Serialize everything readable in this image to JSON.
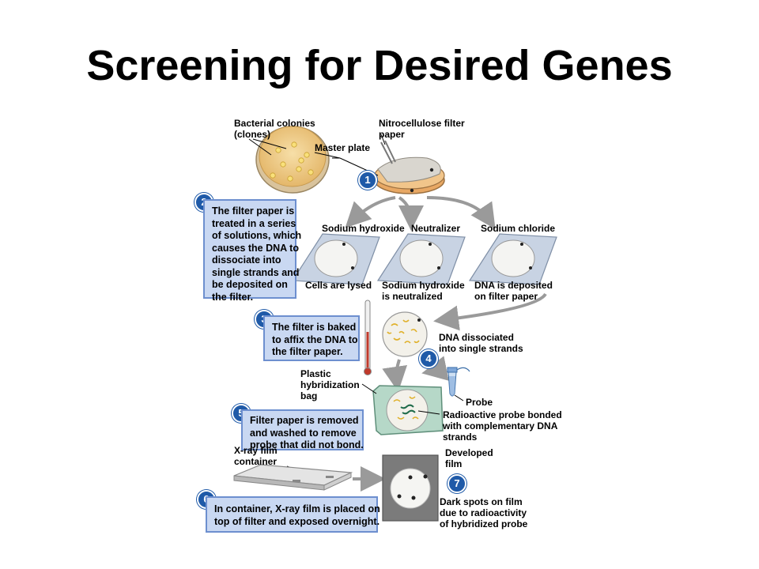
{
  "title": "Screening for Desired Genes",
  "colors": {
    "box_fill": "#c9d8f2",
    "box_border": "#6d8fcf",
    "badge": "#1f5aa8",
    "arrow": "#9a9a9a"
  },
  "steps": [
    {
      "number": "1"
    },
    {
      "number": "2",
      "lines": [
        "The filter paper is",
        "treated in a series",
        "of solutions, which",
        "causes the DNA to",
        "dissociate into",
        "single strands and",
        "be deposited on",
        "the filter."
      ]
    },
    {
      "number": "3",
      "lines": [
        "The filter is baked",
        "to affix the DNA to",
        "the filter paper."
      ]
    },
    {
      "number": "4"
    },
    {
      "number": "5",
      "lines": [
        "Filter paper is removed",
        "and washed to remove",
        "probe that did not bond."
      ]
    },
    {
      "number": "6",
      "lines": [
        "In container, X-ray film is placed on",
        "top of filter and exposed overnight."
      ]
    },
    {
      "number": "7"
    }
  ],
  "labels": {
    "bacterial_colonies": [
      "Bacterial colonies",
      "(clones)"
    ],
    "master_plate": "Master plate",
    "nitrocellulose": [
      "Nitrocellulose filter",
      "paper"
    ],
    "sodium_hydroxide": "Sodium hydroxide",
    "neutralizer": "Neutralizer",
    "sodium_chloride": "Sodium chloride",
    "cells_lysed": "Cells are lysed",
    "naoh_neutralized": [
      "Sodium hydroxide",
      "is neutralized"
    ],
    "dna_deposited": [
      "DNA is deposited",
      "on filter paper"
    ],
    "dna_dissociated": [
      "DNA dissociated",
      "into single strands"
    ],
    "plastic_bag": [
      "Plastic",
      "hybridization",
      "bag"
    ],
    "probe": "Probe",
    "radioactive_probe": [
      "Radioactive probe bonded",
      "with complementary DNA",
      "strands"
    ],
    "xray_container": [
      "X-ray film",
      "container"
    ],
    "developed_film": [
      "Developed",
      "film"
    ],
    "dark_spots": [
      "Dark spots on film",
      "due to radioactivity",
      "of hybridized probe"
    ]
  }
}
